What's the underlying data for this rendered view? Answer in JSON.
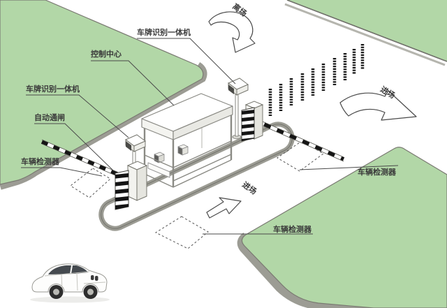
{
  "diagram": {
    "type": "parking-access-control-system",
    "labels": {
      "lpr_top": "车牌识别一体机",
      "control_center": "控制中心",
      "lpr_left": "车牌识别一体机",
      "auto_barrier": "自动通闸",
      "vehicle_detector_left": "车辆检测器",
      "vehicle_detector_right": "车辆检测器",
      "vehicle_detector_bottom": "车辆检测器",
      "exit_direction": "离场",
      "enter_direction_right": "进场",
      "enter_direction_center": "进场"
    },
    "colors": {
      "grass": "#b2d7a7",
      "grass_edge": "#7a7a72",
      "curb": "#9c9c94",
      "leader_line": "#4a4a4a",
      "bollard": "#181818",
      "label_text": "#3a3a3a"
    }
  }
}
